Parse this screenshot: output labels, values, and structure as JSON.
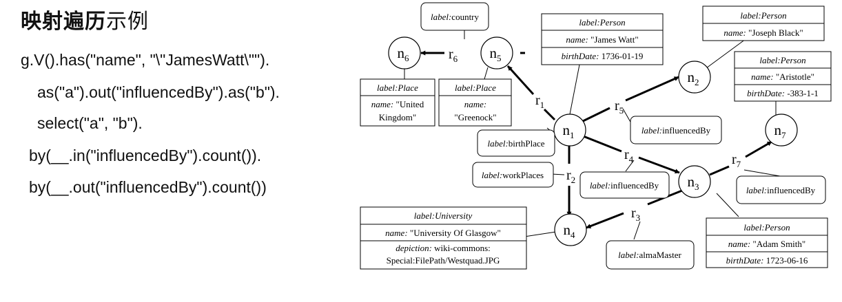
{
  "title": {
    "bold": "映射遍历",
    "rest": "示例"
  },
  "code_lines": [
    "g.V().has(\"name\", \"\\\"JamesWatt\\\"\").",
    "as(\"a\").out(\"influencedBy\").as(\"b\").",
    "select(\"a\", \"b\").",
    "by(__.in(\"influencedBy\").count()).",
    "by(__.out(\"influencedBy\").count())"
  ],
  "nodes": {
    "n1": {
      "letter": "n",
      "sub": "1"
    },
    "n2": {
      "letter": "n",
      "sub": "2"
    },
    "n3": {
      "letter": "n",
      "sub": "3"
    },
    "n4": {
      "letter": "n",
      "sub": "4"
    },
    "n5": {
      "letter": "n",
      "sub": "5"
    },
    "n6": {
      "letter": "n",
      "sub": "6"
    },
    "n7": {
      "letter": "n",
      "sub": "7"
    }
  },
  "edges": {
    "r1": {
      "letter": "r",
      "sub": "1"
    },
    "r2": {
      "letter": "r",
      "sub": "2"
    },
    "r3": {
      "letter": "r",
      "sub": "3"
    },
    "r4": {
      "letter": "r",
      "sub": "4"
    },
    "r5": {
      "letter": "r",
      "sub": "5"
    },
    "r6": {
      "letter": "r",
      "sub": "6"
    },
    "r7": {
      "letter": "r",
      "sub": "7"
    }
  },
  "edge_labels": {
    "r1": {
      "key": "label:",
      "value": "birthPlace"
    },
    "r2": {
      "key": "label:",
      "value": "workPlaces"
    },
    "r3": {
      "key": "label:",
      "value": "almaMaster"
    },
    "r4": {
      "key": "label:",
      "value": "influencedBy"
    },
    "r5": {
      "key": "label:",
      "value": "influencedBy"
    },
    "r6": {
      "key": "label:",
      "value": "country"
    },
    "r7": {
      "key": "label:",
      "value": "influencedBy"
    }
  },
  "property_boxes": {
    "n1": {
      "header": "label:Person",
      "rows": [
        {
          "key": "name:",
          "value": " \"James Watt\""
        },
        {
          "key": "birthDate:",
          "value": " 1736-01-19"
        }
      ]
    },
    "n2": {
      "header": "label:Person",
      "rows": [
        {
          "key": "name:",
          "value": " \"Joseph Black\""
        }
      ]
    },
    "n7": {
      "header": "label:Person",
      "rows": [
        {
          "key": "name:",
          "value": " \"Aristotle\""
        },
        {
          "key": "birthDate:",
          "value": " -383-1-1"
        }
      ]
    },
    "n3": {
      "header": "label:Person",
      "rows": [
        {
          "key": "name:",
          "value": " \"Adam Smith\""
        },
        {
          "key": "birthDate:",
          "value": " 1723-06-16"
        }
      ]
    },
    "n4": {
      "header": "label:University",
      "rows": [
        {
          "key": "name:",
          "value": " \"University Of Glasgow\""
        },
        {
          "key": "depiction:",
          "value": " wiki-commons:",
          "line2": "Special:FilePath/Westquad.JPG"
        }
      ]
    },
    "n6": {
      "header": "label:Place",
      "rows": [
        {
          "key": "name:",
          "value": " \"United",
          "line2": "Kingdom\""
        }
      ]
    },
    "n5": {
      "header": "label:Place",
      "rows": [
        {
          "key": "name:",
          "value": "",
          "line2": "\"Greenock\""
        }
      ]
    }
  }
}
